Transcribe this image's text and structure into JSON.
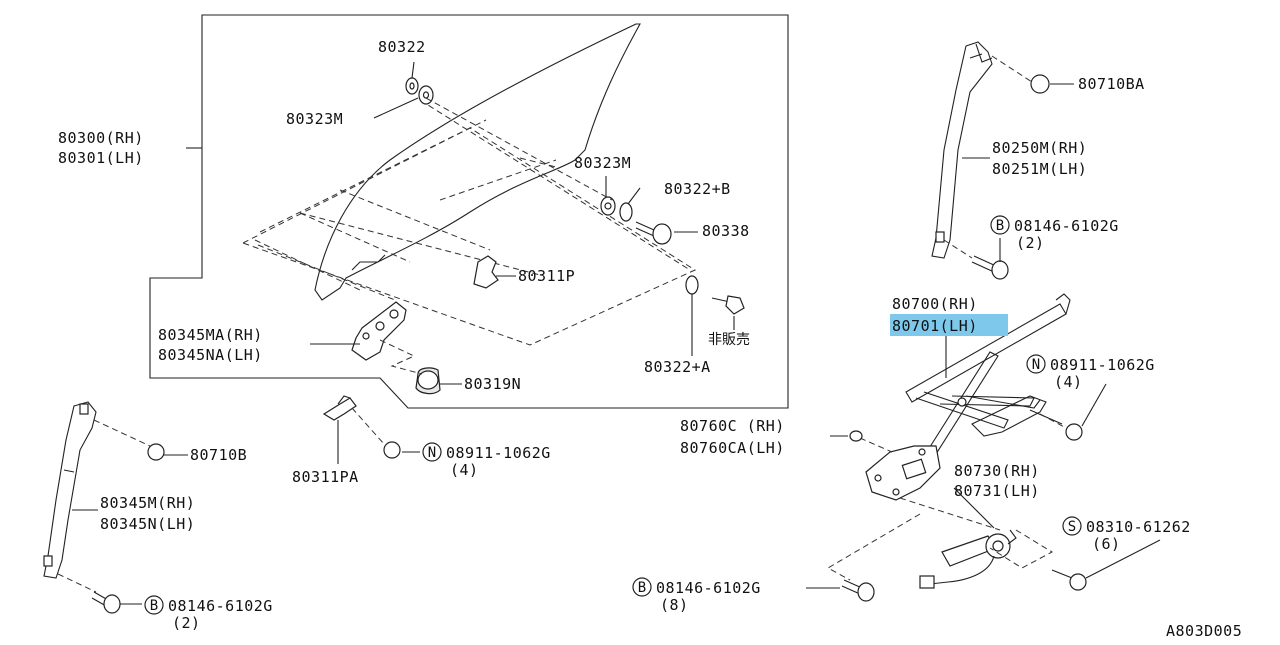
{
  "diagram": {
    "code": "A803D005",
    "highlight_color": "#7ec8ec",
    "labels": {
      "p80322": "80322",
      "p80323m_top": "80323M",
      "p80300": "80300(RH)",
      "p80301": "80301(LH)",
      "p80323m_mid": "80323M",
      "p80322b": "80322+B",
      "p80338": "80338",
      "p80311p": "80311P",
      "p80345ma": "80345MA(RH)",
      "p80345na": "80345NA(LH)",
      "p80319n": "80319N",
      "p80322a": "80322+A",
      "hihanbai": "非販売",
      "p80710ba": "80710BA",
      "p80250m": "80250M(RH)",
      "p80251m": "80251M(LH)",
      "bolt_b_top": "08146-6102G",
      "bolt_b_top_qty": "(2)",
      "p80700": "80700(RH)",
      "p80701": "80701(LH)",
      "nut_n_right": "08911-1062G",
      "nut_n_right_qty": "(4)",
      "p80760c": "80760C (RH)",
      "p80760ca": "80760CA(LH)",
      "p80730": "80730(RH)",
      "p80731": "80731(LH)",
      "screw_s": "08310-61262",
      "screw_s_qty": "(6)",
      "bolt_b_mid": "08146-6102G",
      "bolt_b_mid_qty": "(8)",
      "p80710b": "80710B",
      "p80345m": "80345M(RH)",
      "p80345n": "80345N(LH)",
      "p80311pa": "80311PA",
      "nut_n_left": "08911-1062G",
      "nut_n_left_qty": "(4)",
      "bolt_b_left": "08146-6102G",
      "bolt_b_left_qty": "(2)"
    },
    "badges": {
      "b": "B",
      "n": "N",
      "s": "S"
    }
  }
}
